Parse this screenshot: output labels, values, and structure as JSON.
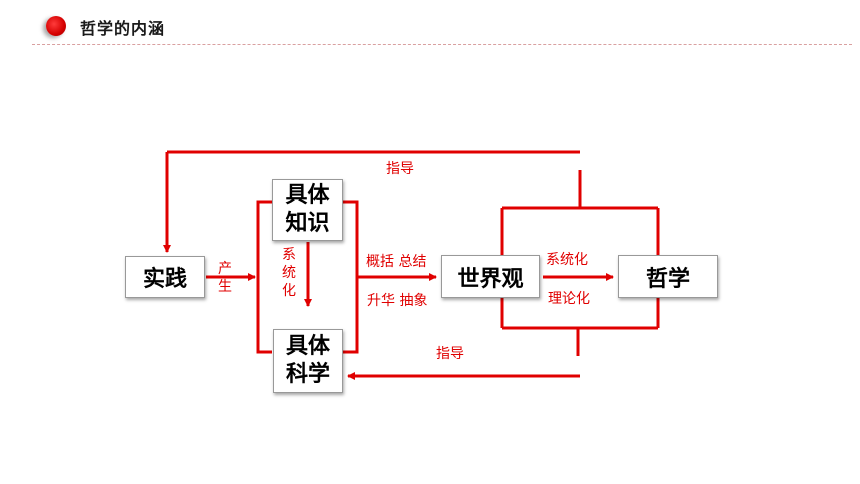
{
  "header": {
    "title": "哲学的内涵",
    "accent_color": "#e00000"
  },
  "nodes": {
    "practice": "实践",
    "specific_knowledge": "具体知识",
    "specific_science": "具体科学",
    "worldview": "世界观",
    "philosophy": "哲学"
  },
  "labels": {
    "guide_top": "指导",
    "guide_bottom": "指导",
    "produce": "产生",
    "systematize_vertical": "系统化",
    "summarize": "概括 总结",
    "sublimate": "升华 抽象",
    "systematize": "系统化",
    "theorize": "理论化"
  }
}
